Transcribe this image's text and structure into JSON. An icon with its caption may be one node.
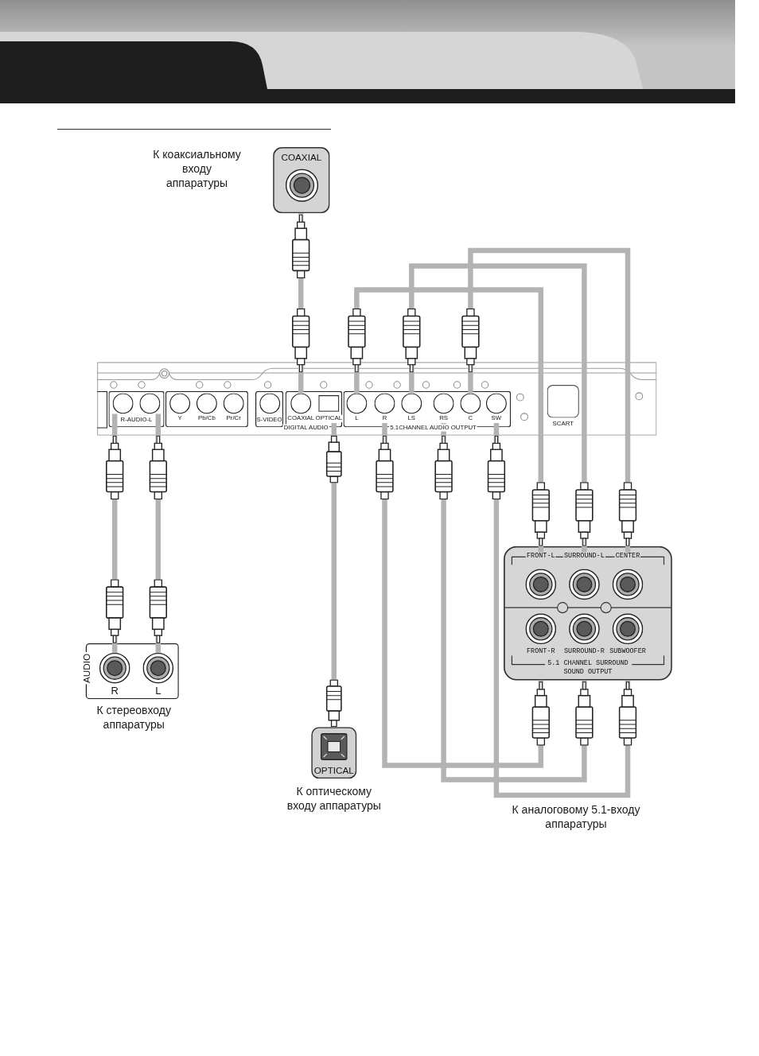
{
  "diagram": {
    "nodes": [
      {
        "text": [
          "COAXIAL"
        ],
        "beside": [
          "К коаксиальному входу аппаратуры"
        ]
      },
      {
        "text": [],
        "shape": "box"
      },
      {
        "text": [
          "R-AUDIO-L"
        ],
        "in": 1
      },
      {
        "text": [],
        "shape": "circle",
        "in": 2
      },
      {
        "text": [],
        "shape": "circle",
        "in": 2
      },
      {
        "text": [],
        "shape": "box",
        "in": 1
      },
      {
        "text": [
          "Y"
        ],
        "in": 5
      },
      {
        "text": [
          "Pb/Cb"
        ],
        "in": 5
      },
      {
        "text": [
          "Pr/Cr"
        ],
        "in": 5
      },
      {
        "text": [
          "S-VIDEO"
        ],
        "in": 1
      },
      {
        "text": [
          "DIGITAL AUDIO"
        ],
        "in": 1
      },
      {
        "text": [
          "COAXIAL"
        ],
        "in": 10
      },
      {
        "text": [
          "OPTICAL"
        ],
        "in": 10
      },
      {
        "text": [
          "5.1CHANNEL AUDIO OUTPUT"
        ],
        "in": 1
      },
      {
        "text": [
          "L"
        ],
        "in": 13
      },
      {
        "text": [
          "R"
        ],
        "in": 13
      },
      {
        "text": [
          "LS"
        ],
        "in": 13
      },
      {
        "text": [
          "RS"
        ],
        "in": 13
      },
      {
        "text": [
          "C"
        ],
        "in": 13
      },
      {
        "text": [
          "SW"
        ],
        "in": 13
      },
      {
        "text": [
          "SCART"
        ],
        "in": 1
      },
      {
        "text": [
          "5.1 CHANNEL SURROUND SOUND OUTPUT"
        ]
      },
      {
        "text": [
          "FRONT-L"
        ],
        "in": 21
      },
      {
        "text": [
          "SURROUND-L"
        ],
        "in": 21
      },
      {
        "text": [
          "CENTER"
        ],
        "in": 21
      },
      {
        "text": [
          "FRONT-R"
        ],
        "in": 21
      },
      {
        "text": [
          "SURROUND-R"
        ],
        "in": 21
      },
      {
        "text": [
          "SUBWOOFER"
        ],
        "in": 21
      },
      {
        "text": [
          "AUDIO"
        ],
        "beside": [
          "К стереовходу аппаратуры"
        ]
      },
      {
        "text": [
          "R"
        ],
        "in": 28
      },
      {
        "text": [
          "L"
        ],
        "in": 28
      },
      {
        "text": [
          "OPTICAL"
        ],
        "beside": [
          "К оптическому входу аппаратуры"
        ]
      }
    ],
    "edges": [
      {
        "from": 11,
        "to": 0,
        "arrow": "none"
      },
      {
        "from": 14,
        "to": 22,
        "arrow": "none"
      },
      {
        "from": 16,
        "to": 23,
        "arrow": "none"
      },
      {
        "from": 18,
        "to": 24,
        "arrow": "none"
      },
      {
        "from": 3,
        "to": 29,
        "arrow": "none"
      },
      {
        "from": 4,
        "to": 30,
        "arrow": "none"
      },
      {
        "from": 12,
        "to": 31,
        "arrow": "none"
      },
      {
        "from": 15,
        "to": 25,
        "arrow": "none"
      },
      {
        "from": 17,
        "to": 26,
        "arrow": "none"
      },
      {
        "from": 19,
        "to": 27,
        "arrow": "none"
      }
    ],
    "labels": [
      "К аналоговому 5.1-входу аппаратуры"
    ]
  }
}
